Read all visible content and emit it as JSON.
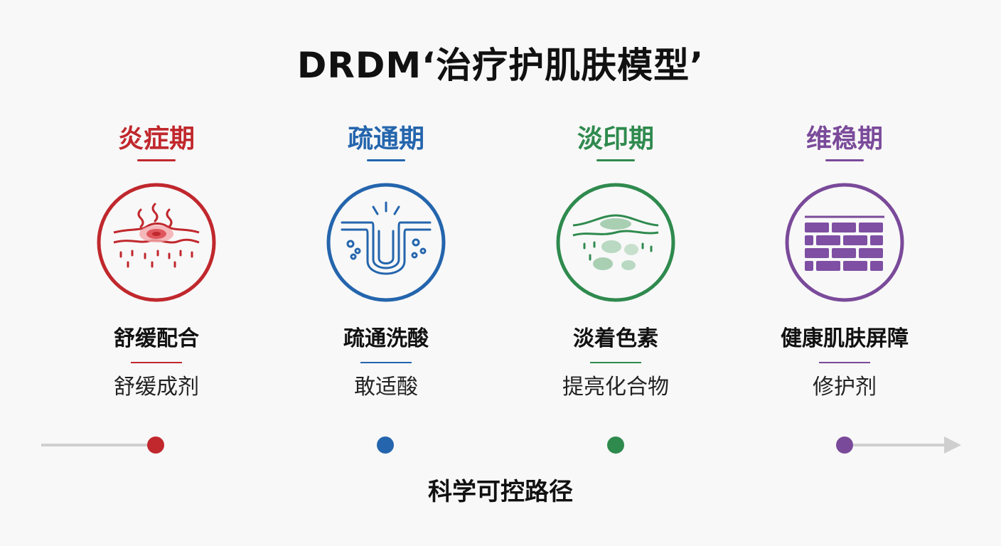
{
  "title": "DRDM‘治疗护肌肤模型’",
  "stages": [
    {
      "name": "炎症期",
      "strategy": "舒缓配合",
      "product": "舒缓成剂",
      "color": "#c0282d",
      "icon": "inflamed-skin-icon"
    },
    {
      "name": "疏通期",
      "strategy": "疏通洗酸",
      "product": "敢适酸",
      "color": "#2465ad",
      "icon": "clogged-pore-icon"
    },
    {
      "name": "淡印期",
      "strategy": "淡着色素",
      "product": "提亮化合物",
      "color": "#2f8a4e",
      "icon": "pigment-spots-icon"
    },
    {
      "name": "维稳期",
      "strategy": "健康肌肤屏障",
      "product": "修护剂",
      "color": "#7a4a9a",
      "icon": "brick-barrier-icon"
    }
  ],
  "timeline": {
    "label": "科学可控路径"
  }
}
